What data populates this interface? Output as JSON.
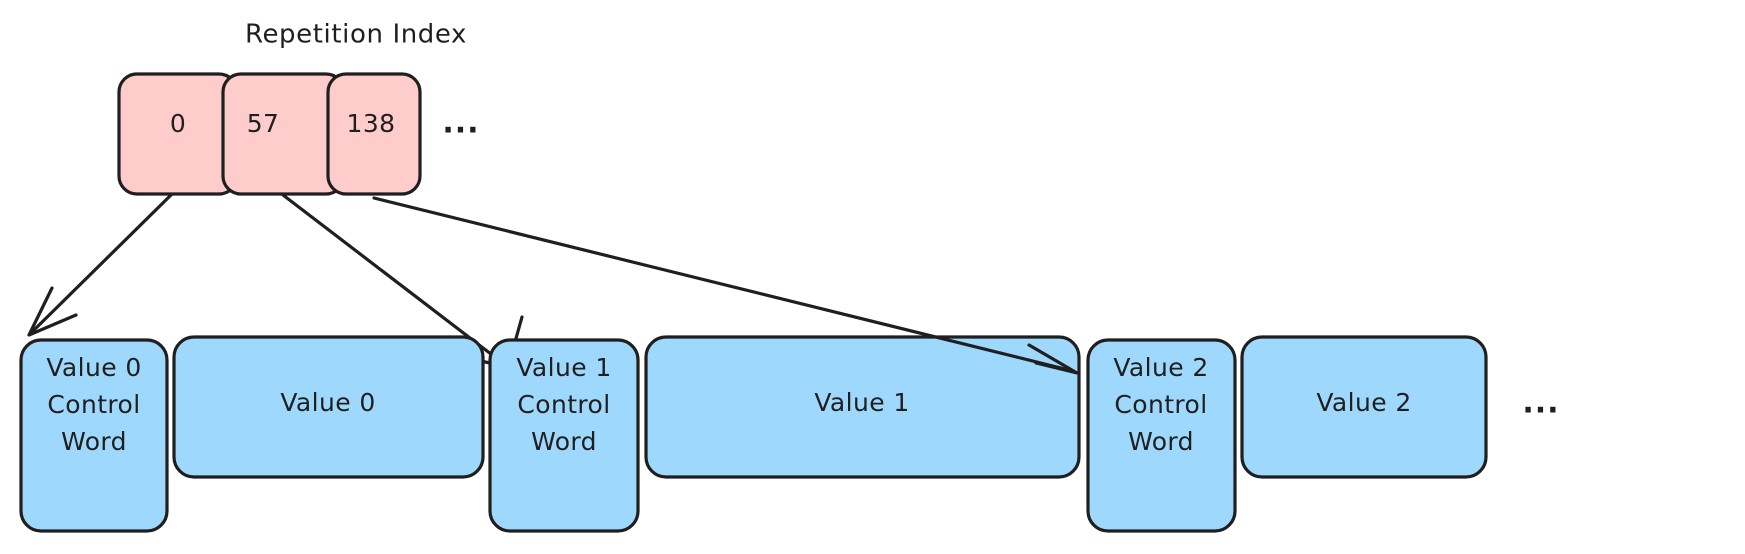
{
  "diagram": {
    "title": "Repetition Index",
    "colors": {
      "index_fill": "#ffcccc",
      "value_fill": "#9fd8fd",
      "stroke": "#1f1f1f",
      "background": "#ffffff"
    },
    "index_row": {
      "label": "Repetition Index",
      "boxes": [
        {
          "text": "0"
        },
        {
          "text": "57"
        },
        {
          "text": "138"
        }
      ],
      "ellipsis": "..."
    },
    "value_row": {
      "boxes": [
        {
          "text": "Value 0\nControl\nWord",
          "lines": [
            "Value 0",
            "Control",
            "Word"
          ]
        },
        {
          "text": "Value 0",
          "lines": [
            "Value 0"
          ]
        },
        {
          "text": "Value 1\nControl\nWord",
          "lines": [
            "Value 1",
            "Control",
            "Word"
          ]
        },
        {
          "text": "Value 1",
          "lines": [
            "Value 1"
          ]
        },
        {
          "text": "Value 2\nControl\nWord",
          "lines": [
            "Value 2",
            "Control",
            "Word"
          ]
        },
        {
          "text": "Value 2",
          "lines": [
            "Value 2"
          ]
        }
      ],
      "ellipsis": "..."
    },
    "edges": [
      {
        "from": "0",
        "to": "Value 0 Control Word"
      },
      {
        "from": "57",
        "to": "Value 1 Control Word"
      },
      {
        "from": "138",
        "to": "Value 2 Control Word"
      }
    ],
    "labels": {
      "l_title": "Repetition Index",
      "l_idx0": "0",
      "l_idx1": "57",
      "l_idx2": "138",
      "l_idx_ellipsis": "...",
      "l_v0cw_1": "Value 0",
      "l_v0cw_2": "Control",
      "l_v0cw_3": "Word",
      "l_v0": "Value 0",
      "l_v1cw_1": "Value 1",
      "l_v1cw_2": "Control",
      "l_v1cw_3": "Word",
      "l_v1": "Value 1",
      "l_v2cw_1": "Value 2",
      "l_v2cw_2": "Control",
      "l_v2cw_3": "Word",
      "l_v2": "Value 2",
      "l_val_ellipsis": "..."
    }
  }
}
